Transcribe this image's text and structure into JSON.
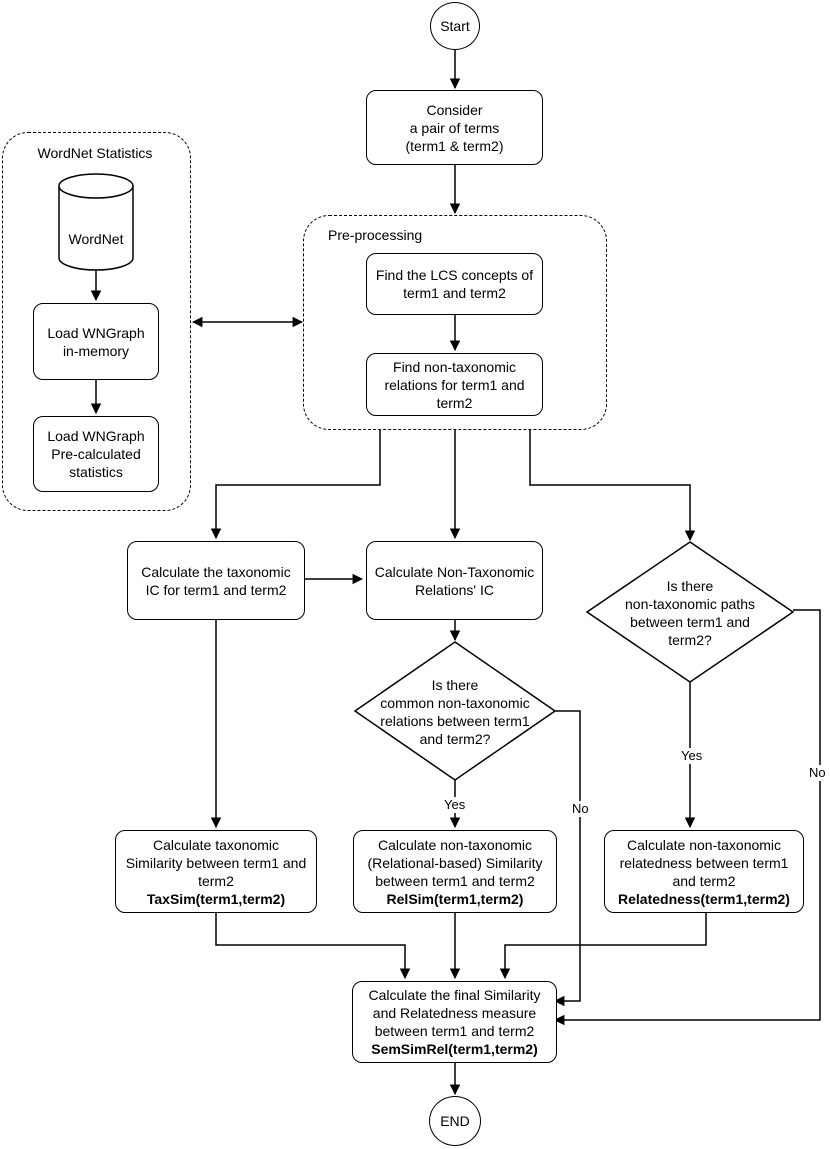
{
  "wordnet_group": {
    "title": "WordNet Statistics",
    "wordnet": "WordNet",
    "load_graph": [
      "Load WNGraph",
      "in-memory"
    ],
    "load_stats": [
      "Load WNGraph",
      "Pre-calculated",
      "statistics"
    ]
  },
  "preprocessing": {
    "title": "Pre-processing",
    "find_lcs": [
      "Find the LCS concepts of",
      "term1 and term2"
    ],
    "find_nontax": [
      "Find non-taxonomic",
      "relations for term1 and",
      "term2"
    ]
  },
  "start": "Start",
  "end": "END",
  "consider": [
    "Consider",
    "a pair of terms",
    "(term1 & term2)"
  ],
  "calc_tax_ic": [
    "Calculate the taxonomic",
    "IC for term1 and term2"
  ],
  "calc_nontax_ic": [
    "Calculate Non-Taxonomic",
    "Relations' IC"
  ],
  "decision_common": [
    "Is there",
    "common non-taxonomic",
    "relations between term1",
    "and term2?"
  ],
  "decision_paths": [
    "Is there",
    "non-taxonomic paths",
    "between term1 and",
    "term2?"
  ],
  "taxsim": {
    "lines": [
      "Calculate taxonomic",
      "Similarity between term1 and",
      "term2"
    ],
    "formula": "TaxSim(term1,term2)"
  },
  "relsim": {
    "lines": [
      "Calculate non-taxonomic",
      "(Relational-based) Similarity",
      "between term1 and term2"
    ],
    "formula": "RelSim(term1,term2)"
  },
  "relatedness": {
    "lines": [
      "Calculate non-taxonomic",
      "relatedness between term1",
      "and term2"
    ],
    "formula": "Relatedness(term1,term2)"
  },
  "final": {
    "lines": [
      "Calculate the final Similarity",
      "and Relatedness measure",
      "between term1 and term2"
    ],
    "formula": "SemSimRel(term1,term2)"
  },
  "labels": {
    "yes_common": "Yes",
    "no_common": "No",
    "yes_paths": "Yes",
    "no_paths": "No"
  }
}
